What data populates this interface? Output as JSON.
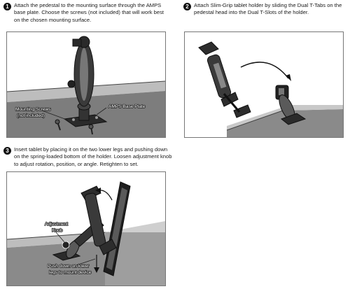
{
  "steps": [
    {
      "number": "1",
      "lines": [
        "Attach the pedestal to the mounting surface through the AMPS",
        "base plate. Choose the screws (not included) that will work best",
        "on the chosen mounting surface."
      ],
      "callouts": {
        "screws_line1": "Mounting Screws",
        "screws_line2": "(not included)",
        "base_plate": "AMPS Base Plate"
      }
    },
    {
      "number": "2",
      "lines": [
        "Attach Slim-Grip tablet holder by sliding the Dual T-Tabs on the",
        "pedestal head into the Dual T-Slots of the holder."
      ]
    },
    {
      "number": "3",
      "lines": [
        "Insert tablet by placing it on the two lower legs and pushing down",
        "on the spring-loaded bottom of the holder. Loosen adjustment knob",
        "to adjust rotation, position, or angle. Retighten to set."
      ],
      "callouts": {
        "knob_line1": "Adjustment",
        "knob_line2": "Knob",
        "push_line1": "Push down on lower",
        "push_line2": "legs to mount device"
      }
    }
  ]
}
